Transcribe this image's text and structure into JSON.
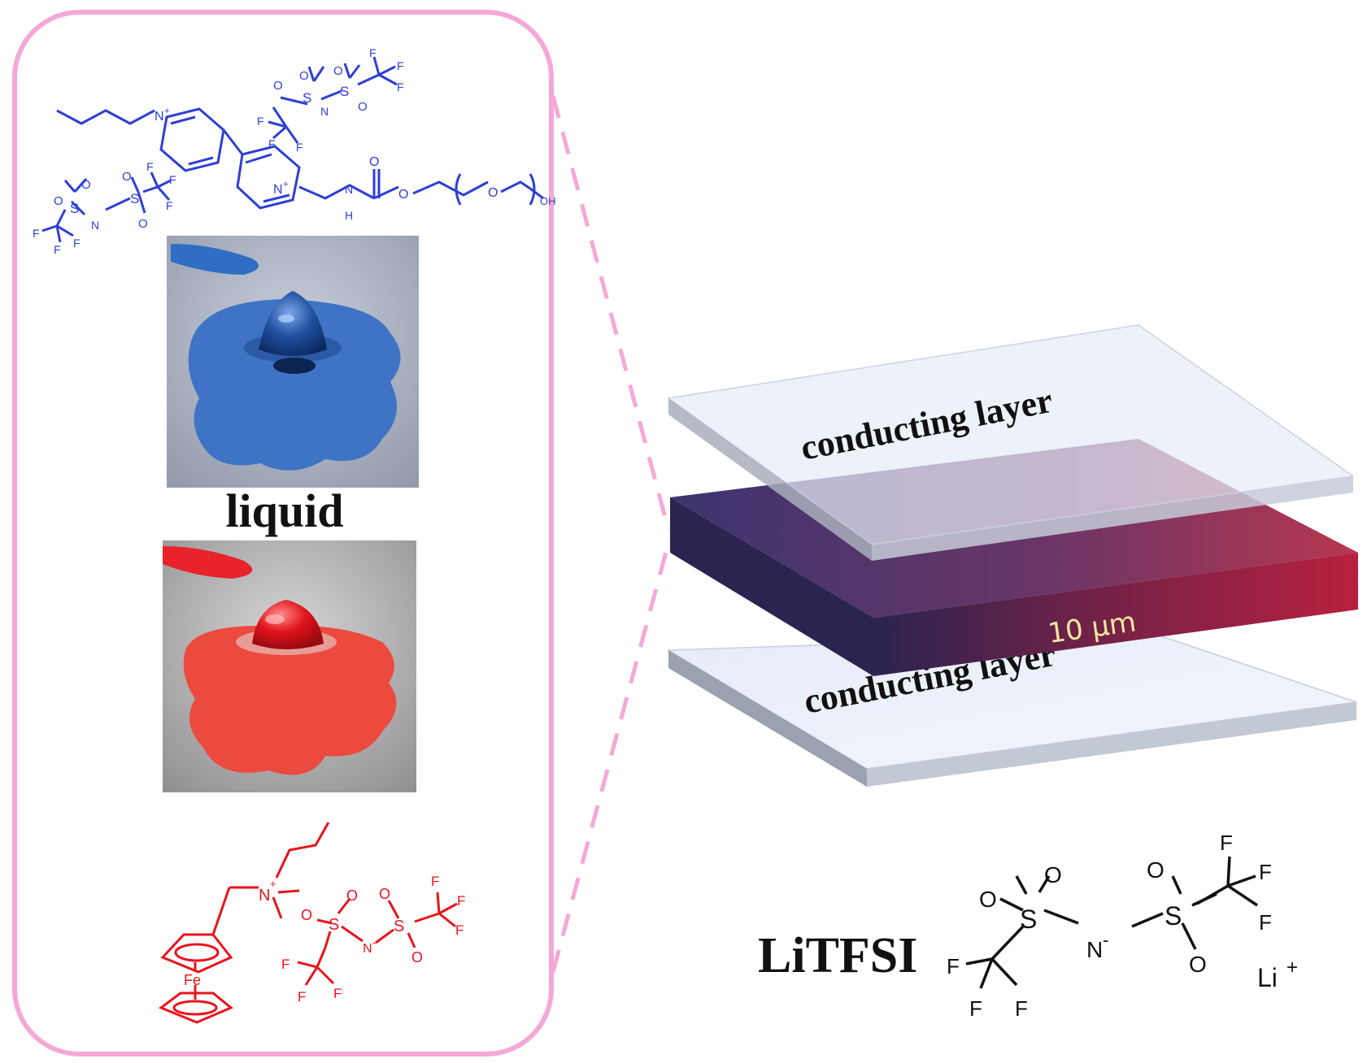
{
  "colors": {
    "frame": "#f5a8d8",
    "blue_molecule": "#2e3fd4",
    "red_molecule": "#e8141c",
    "black_molecule": "#111111",
    "electrolyte_left": "#2b2b5e",
    "electrolyte_right": "#c8284a",
    "thickness_label": "#f3e6a0"
  },
  "left_panel": {
    "label_liquid": "liquid",
    "blue_molecule": {
      "atoms": {
        "n_plus_1": "N",
        "n_plus_2": "N",
        "plus": "+",
        "carbamate_o1": "O",
        "carbamate_o2": "O",
        "peg_o": "O",
        "nh": "N",
        "h": "H",
        "oh": "OH",
        "s": "S",
        "n": "N",
        "o": "O",
        "f": "F"
      }
    },
    "red_molecule": {
      "atoms": {
        "n": "N",
        "plus": "+",
        "fe": "Fe",
        "s": "S",
        "nminus": "N",
        "minus": "-",
        "o": "O",
        "f": "F"
      }
    },
    "photos": {
      "blue_drop": "blue-liquid-drop-photo",
      "red_drop": "red-liquid-drop-photo"
    }
  },
  "right_panel": {
    "top_layer_label": "conducting layer",
    "bottom_layer_label": "conducting layer",
    "thickness_label": "10 μm",
    "salt_name": "LiTFSI",
    "salt_molecule": {
      "s": "S",
      "n": "N",
      "minus": "-",
      "o": "O",
      "f": "F",
      "li": "Li",
      "plus": "+"
    }
  }
}
